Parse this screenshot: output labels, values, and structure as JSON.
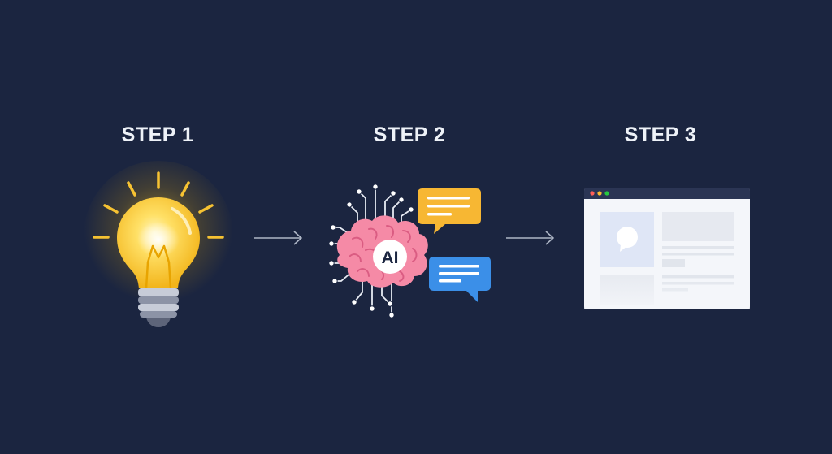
{
  "steps": [
    {
      "label": "STEP 1",
      "icon": "lightbulb-icon"
    },
    {
      "label": "STEP 2",
      "icon": "ai-brain-icon",
      "badge": "AI"
    },
    {
      "label": "STEP 3",
      "icon": "browser-window-icon"
    }
  ],
  "colors": {
    "background": "#1b2540",
    "bulb": "#ffd23f",
    "bulb_glow": "#f5b400",
    "brain": "#f58aa6",
    "chat_yellow": "#f7b733",
    "chat_blue": "#3b8fe8",
    "arrow": "#aeb6c6",
    "window_bar": "#2b3554",
    "dot_red": "#ff5f57",
    "dot_yellow": "#febc2e",
    "dot_green": "#28c840"
  }
}
